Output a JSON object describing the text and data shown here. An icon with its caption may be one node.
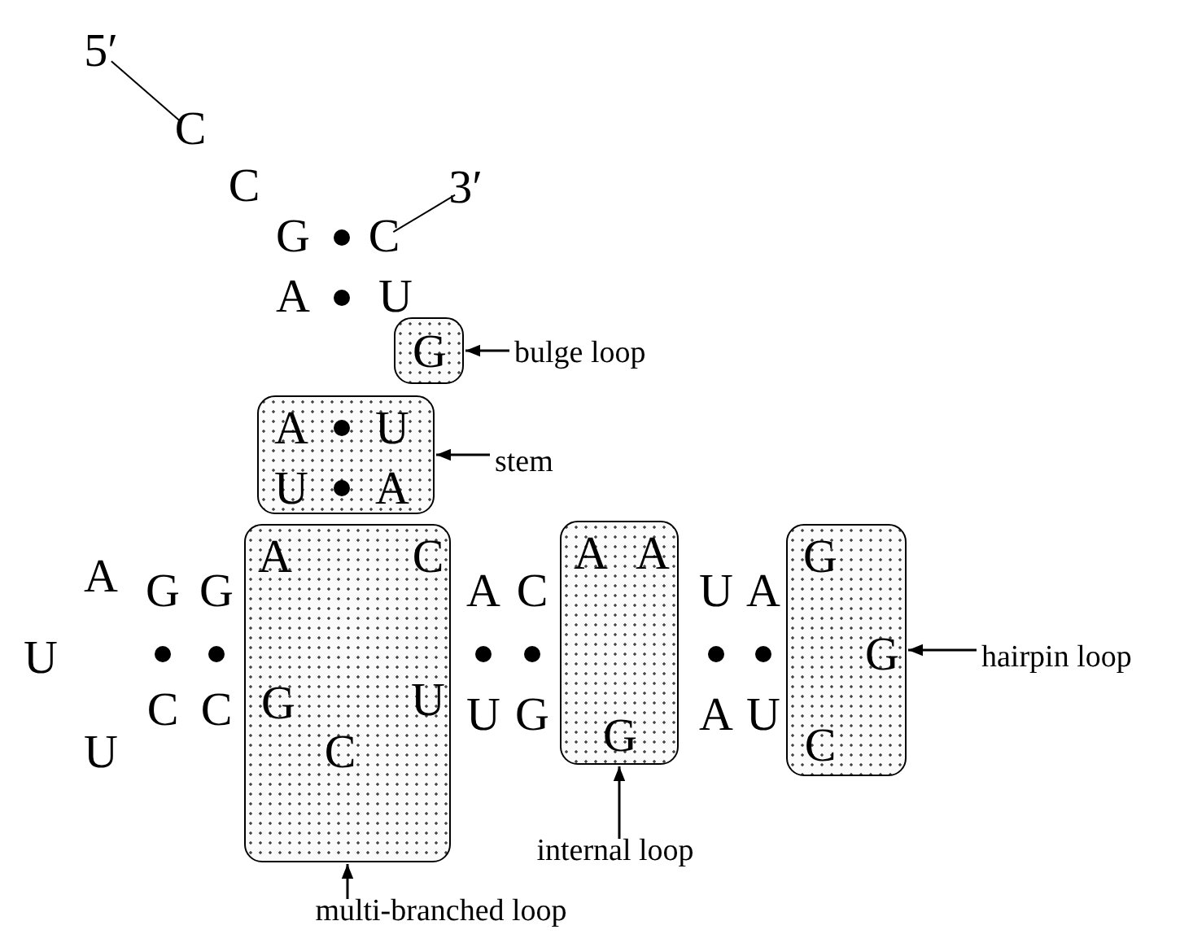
{
  "diagram": {
    "nodes": [
      {
        "text": [
          "5′"
        ]
      },
      {
        "text": [
          "C"
        ]
      },
      {
        "text": [
          "3′"
        ]
      },
      {
        "text": [
          "C"
        ]
      },
      {
        "text": [
          "G"
        ]
      },
      {
        "text": [
          "bulge loop"
        ]
      },
      {
        "text": [
          "A",
          "U",
          "U",
          "A"
        ]
      },
      {
        "text": [
          "stem"
        ]
      },
      {
        "text": [
          "A",
          "C",
          "G",
          "U",
          "C"
        ]
      },
      {
        "text": [
          "A",
          "A",
          "G"
        ]
      },
      {
        "text": [
          "G",
          "G",
          "C"
        ]
      },
      {
        "text": [
          "hairpin loop"
        ]
      },
      {
        "text": [
          "internal loop"
        ]
      },
      {
        "text": [
          "multi-branched loop"
        ]
      }
    ],
    "edges": [
      {
        "from": 0,
        "to": 1,
        "arrow": "none"
      },
      {
        "from": 2,
        "to": 3,
        "arrow": "none"
      },
      {
        "from": 5,
        "to": 4,
        "arrow": "to"
      },
      {
        "from": 7,
        "to": 6,
        "arrow": "to"
      },
      {
        "from": 11,
        "to": 10,
        "arrow": "to"
      },
      {
        "from": 12,
        "to": 9,
        "arrow": "to"
      },
      {
        "from": 13,
        "to": 8,
        "arrow": "to"
      }
    ],
    "labels": [
      "C",
      "G",
      "A",
      "U",
      "A",
      "G",
      "G",
      "A",
      "C",
      "U",
      "A",
      "U",
      "C",
      "C",
      "U",
      "G",
      "A",
      "U",
      "U"
    ]
  }
}
